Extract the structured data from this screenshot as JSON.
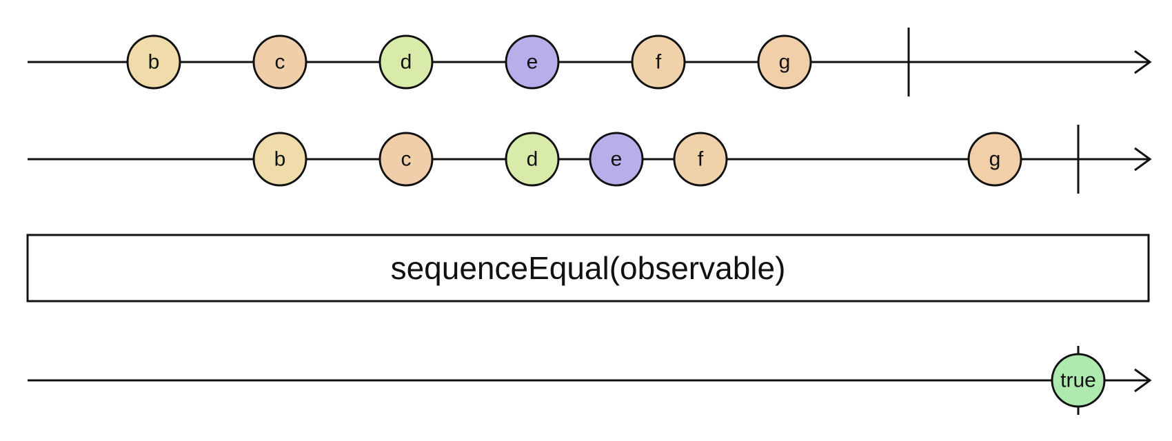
{
  "operator": {
    "label": "sequenceEqual(observable)"
  },
  "timelines": [
    {
      "id": "source-1",
      "marbles": [
        {
          "label": "b",
          "color": "#efdcaa"
        },
        {
          "label": "c",
          "color": "#f0ceaa"
        },
        {
          "label": "d",
          "color": "#d8ebaa"
        },
        {
          "label": "e",
          "color": "#b8aeea"
        },
        {
          "label": "f",
          "color": "#f0d2aa"
        },
        {
          "label": "g",
          "color": "#f0cfa9"
        }
      ],
      "completes": true
    },
    {
      "id": "source-2",
      "marbles": [
        {
          "label": "b",
          "color": "#efdcaa"
        },
        {
          "label": "c",
          "color": "#f0ceaa"
        },
        {
          "label": "d",
          "color": "#d8ebaa"
        },
        {
          "label": "e",
          "color": "#b8aeea"
        },
        {
          "label": "f",
          "color": "#f0d2aa"
        },
        {
          "label": "g",
          "color": "#f0cfa9"
        }
      ],
      "completes": true
    },
    {
      "id": "result",
      "marbles": [
        {
          "label": "true",
          "color": "#aeeaae"
        }
      ],
      "completes": true
    }
  ]
}
